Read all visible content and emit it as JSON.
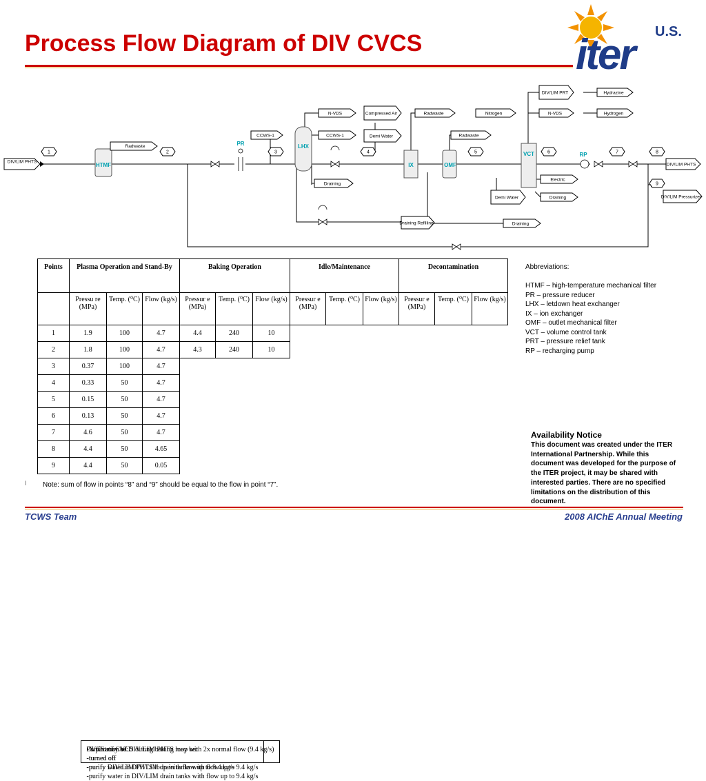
{
  "page": {
    "title": "Process Flow Diagram of DIV CVCS",
    "logo_small": "U.S.",
    "logo_large": "iter",
    "footer_left": "TCWS Team",
    "footer_right": "2008 AIChE Annual Meeting",
    "bullet_mark": "I"
  },
  "colors": {
    "title": "#cc0000",
    "accent": "#e8a020",
    "footer": "#2a3f8f",
    "equipment_label": "#00a0b0",
    "logo_blue": "#1f3c88"
  },
  "diagram": {
    "labels": {
      "div_lim_prt": "DIV/LIM PRT",
      "hydrazine": "Hydrazine",
      "n_vds_top": "N-VDS",
      "compressed_air": "Compressed Air",
      "radwaste_top": "Radwaste",
      "nitrogen": "Nitrogen",
      "n_vds_right": "N-VDS",
      "hydrogen": "Hydrogen",
      "ccws1_left": "CCWS-1",
      "ccws1_right": "CCWS-1",
      "demi_water_top": "Demi Water",
      "radwaste_right": "Radwaste",
      "radwaste_left": "Radwaste",
      "div_lim_phts_in": "DIV/LIM PHTS",
      "div_lim_phts_out": "DIV/LIM PHTS",
      "div_lim_pressurizer": "DIV/LIM Pressurizer",
      "electric": "Electric",
      "draining_1": "Draining",
      "draining_2": "Draining",
      "draining_3": "Draining",
      "demi_water_bottom": "Demi Water",
      "draining_refilling": "Draining Refilling"
    },
    "equipment": {
      "htmf": "HTMF",
      "pr": "PR",
      "lhx": "LHX",
      "ix": "IX",
      "omf": "OMF",
      "vct": "VCT",
      "rp": "RP"
    },
    "points": [
      "1",
      "2",
      "3",
      "4",
      "5",
      "6",
      "7",
      "8",
      "9"
    ]
  },
  "table": {
    "points_header": "Points",
    "groups": [
      "Plasma Operation and Stand-By",
      "Baking Operation",
      "Idle/Maintenance",
      "Decontamination"
    ],
    "sub_headers": {
      "pressure_split": "Pressu re (MPa)",
      "pressure": "Pressur e (MPa)",
      "temp": "Temp. (⁰C)",
      "flow": "Flow (kg/s)"
    },
    "rows": [
      {
        "point": "1",
        "plasma": [
          "1.9",
          "100",
          "4.7"
        ],
        "baking": [
          "4.4",
          "240",
          "10"
        ]
      },
      {
        "point": "2",
        "plasma": [
          "1.8",
          "100",
          "4.7"
        ],
        "baking": [
          "4.3",
          "240",
          "10"
        ]
      },
      {
        "point": "3",
        "plasma": [
          "0.37",
          "100",
          "4.7"
        ]
      },
      {
        "point": "4",
        "plasma": [
          "0.33",
          "50",
          "4.7"
        ]
      },
      {
        "point": "5",
        "plasma": [
          "0.15",
          "50",
          "4.7"
        ]
      },
      {
        "point": "6",
        "plasma": [
          "0.13",
          "50",
          "4.7"
        ]
      },
      {
        "point": "7",
        "plasma": [
          "4.6",
          "50",
          "4.7"
        ]
      },
      {
        "point": "8",
        "plasma": [
          "4.4",
          "50",
          "4.65"
        ]
      },
      {
        "point": "9",
        "plasma": [
          "4.4",
          "50",
          "0.05"
        ]
      }
    ],
    "baking_note": "IX part of CVCS during baking may be:\n-turned off\n-purify water in DIV/LIM drain tanks with flow up to 9.4 kg/s",
    "idle_note": "CVCS may be:\n-turned off\n-purify DIV/LIM PHTS loop with flow up to 9.4 kg/s\n-purify water in DIV/LIM drain tanks with flow up to 9.4 kg/s",
    "decon_note": "Purification of DIV/LIM PHTS loop with 2x normal flow (9.4 kg/s)"
  },
  "abbreviations": "Abbreviations:\n\nHTMF – high-temperature mechanical filter\nPR – pressure reducer\nLHX – letdown heat exchanger\nIX – ion exchanger\nOMF – outlet mechanical filter\nVCT – volume control tank\nPRT – pressure relief tank\nRP – recharging pump",
  "availability": {
    "title": "Availability Notice",
    "body": "This document was created under the ITER International Partnership. While this document was developed for the purpose of the ITER project, it may be shared with interested parties. There are no specified limitations on the distribution of this document."
  },
  "note": "Note: sum of flow in points “8” and “9” should be equal to the flow in point “7”."
}
